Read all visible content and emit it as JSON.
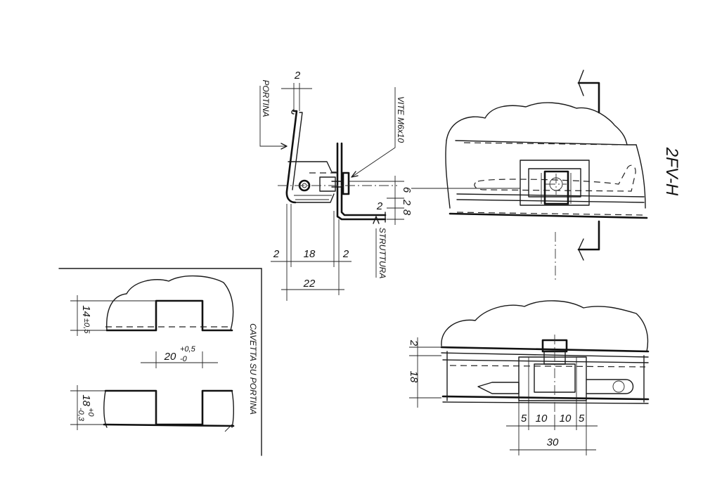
{
  "drawing_code": "2FV-H",
  "labels": {
    "portina": "PORTINA",
    "vite": "VITE M6x10",
    "struttura": "STRUTTURA",
    "cavetta": "CAVETTA SU PORTINA"
  },
  "section_dims": {
    "top_gap": "2",
    "dim_2_left": "2",
    "dim_18": "18",
    "dim_2_right": "2",
    "dim_22": "22",
    "side_6": "6",
    "side_2": "2",
    "side_8": "8",
    "side_2_low": "2"
  },
  "plan_dims": {
    "gap_2": "2",
    "height_18": "18",
    "seg_5a": "5",
    "seg_10a": "10",
    "seg_10b": "10",
    "seg_5b": "5",
    "total_30": "30"
  },
  "cavetta_dims": {
    "depth_main": "14",
    "depth_tol": "±0,5",
    "width_main": "20",
    "width_tol_upper": "+0,5",
    "width_tol_lower": "-0",
    "thick_main": "18",
    "thick_tol_upper": "+0",
    "thick_tol_lower": "-0,3"
  }
}
